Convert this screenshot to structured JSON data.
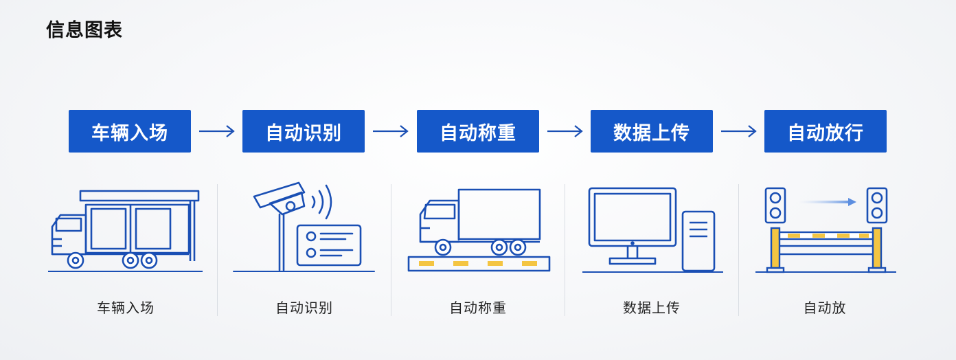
{
  "header": {
    "title": "信息图表"
  },
  "steps": [
    {
      "label": "车辆入场",
      "caption": "车辆入场",
      "icon": "truck-entering-gate-icon"
    },
    {
      "label": "自动识别",
      "caption": "自动识别",
      "icon": "camera-plate-recognition-icon"
    },
    {
      "label": "自动称重",
      "caption": "自动称重",
      "icon": "truck-on-weighbridge-icon"
    },
    {
      "label": "数据上传",
      "caption": "数据上传",
      "icon": "computer-upload-icon"
    },
    {
      "label": "自动放行",
      "caption": "自动放",
      "icon": "barrier-gate-release-icon"
    }
  ],
  "colors": {
    "accent": "#1558c9",
    "line": "#1a4fb4",
    "highlight": "#f4c542",
    "caption": "#222222"
  }
}
